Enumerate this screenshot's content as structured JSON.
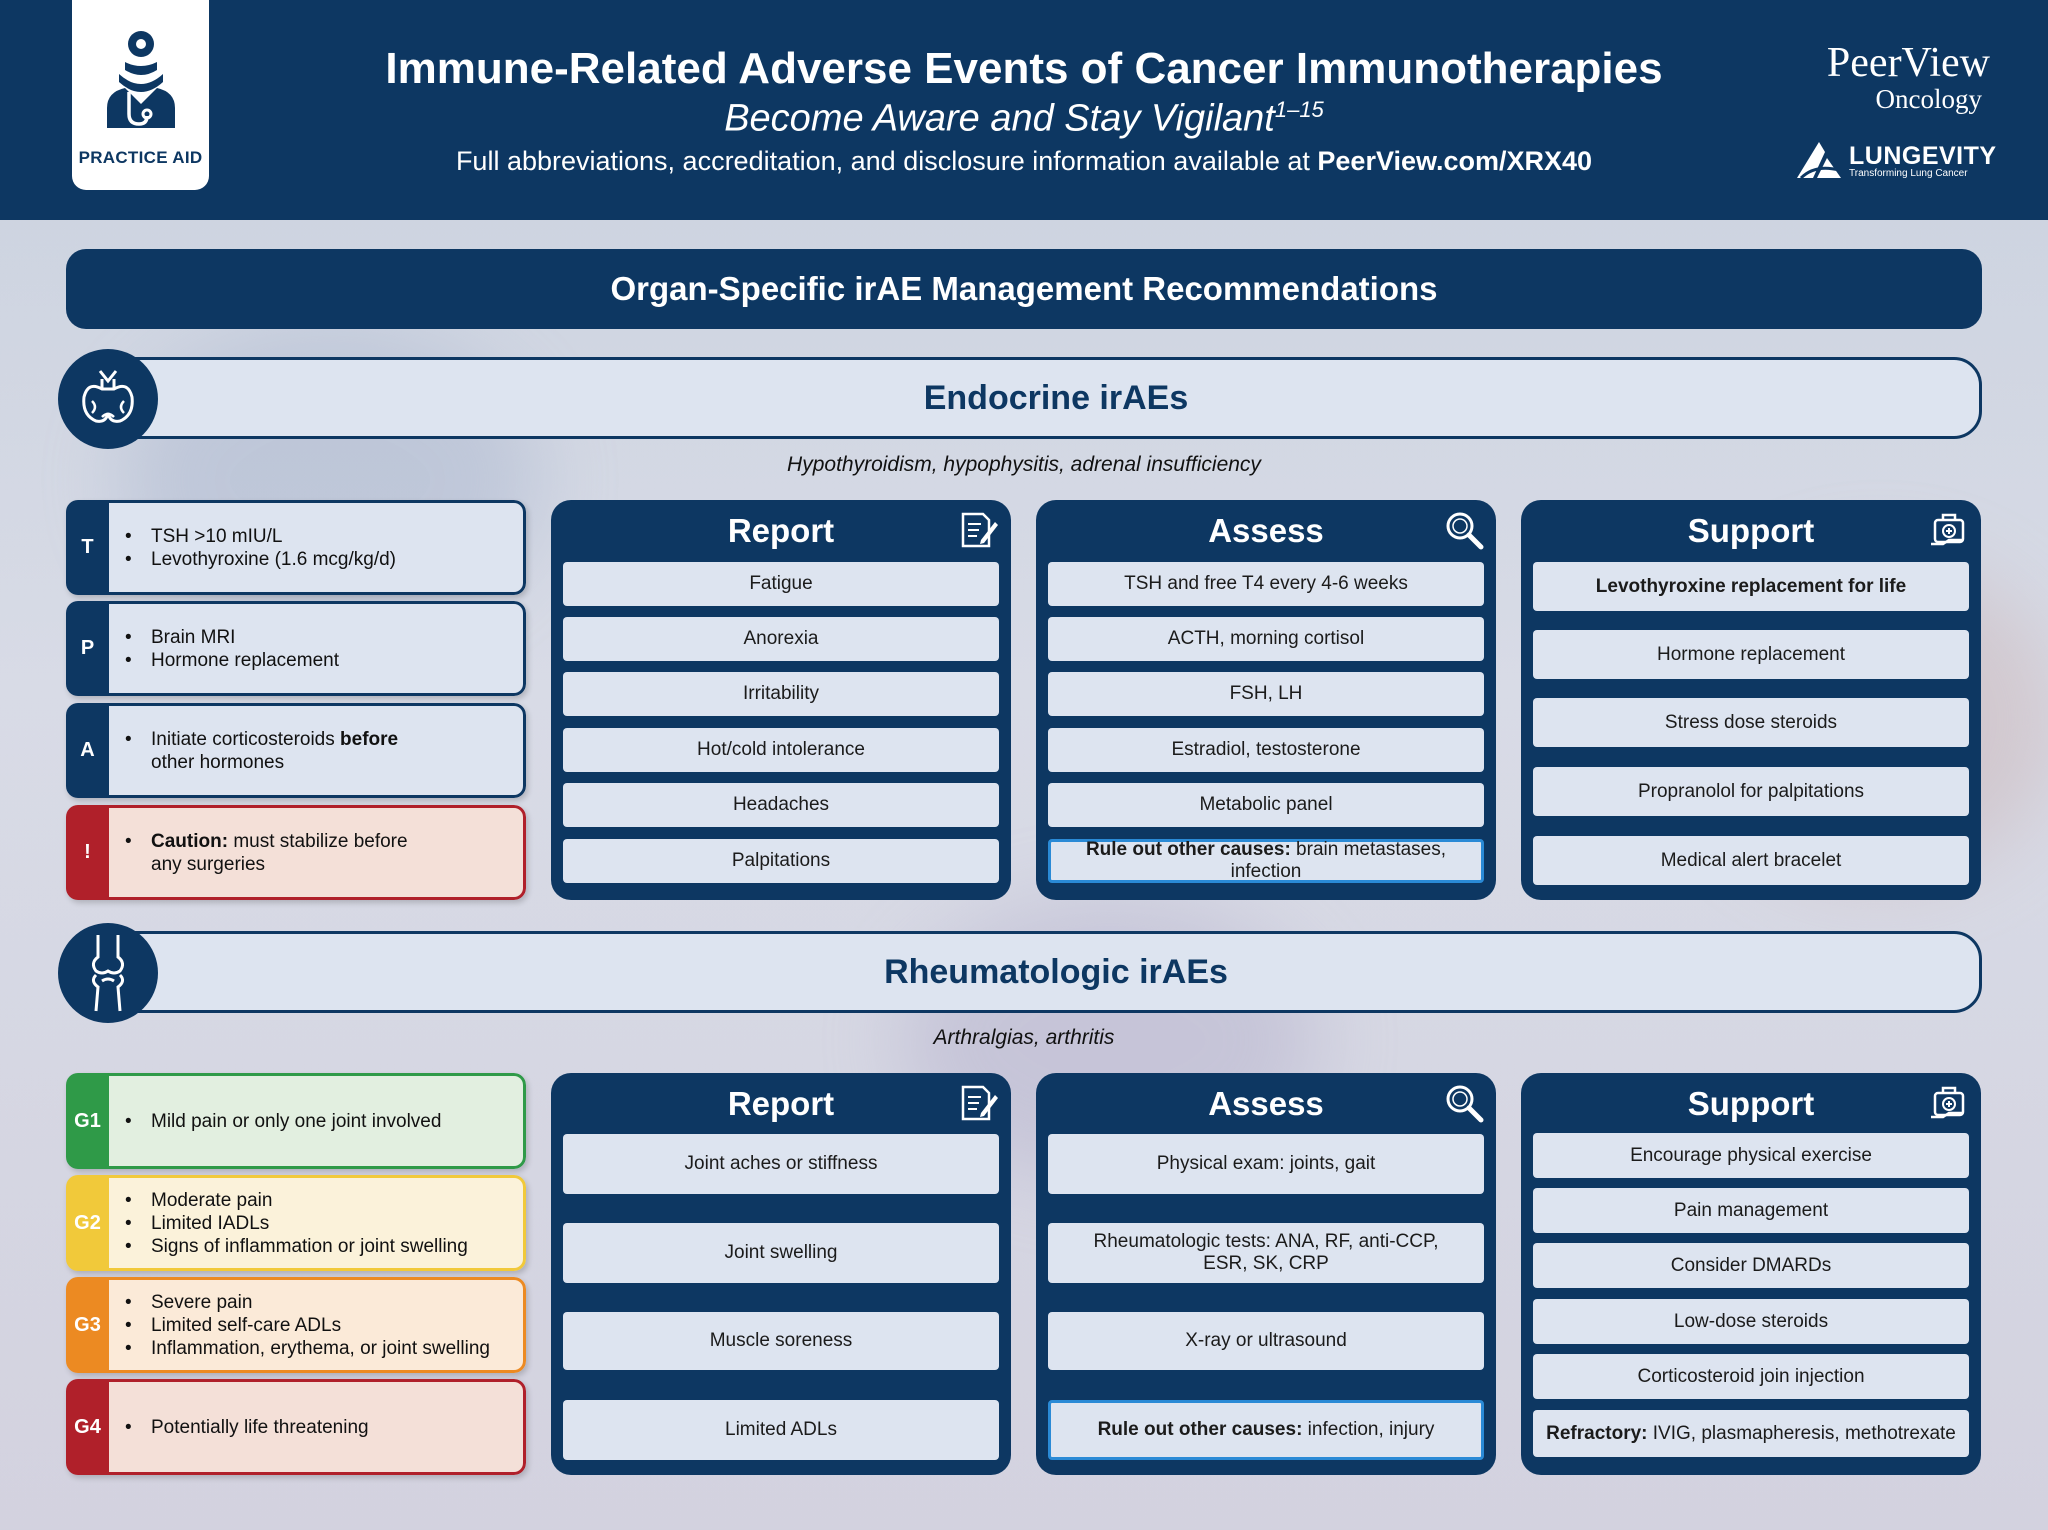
{
  "header": {
    "badge_label": "PRACTICE AID",
    "title": "Immune-Related Adverse Events of Cancer Immunotherapies",
    "subtitle": "Become Aware and Stay Vigilant",
    "subtitle_sup": "1–15",
    "info_prefix": "Full abbreviations, accreditation, and disclosure information available at ",
    "info_link": "PeerView.com/XRX40",
    "logo_name": "PeerView",
    "logo_sub": "Oncology",
    "partner_name": "LUNGEVITY",
    "partner_tagline": "Transforming Lung Cancer"
  },
  "banner": "Organ-Specific irAE Management Recommendations",
  "endocrine": {
    "title": "Endocrine irAEs",
    "icon": "thyroid-icon",
    "subtitle": "Hypothyroidism, hypophysitis, adrenal insufficiency",
    "grades": [
      {
        "tab": "T",
        "lines": [
          "TSH >10 mIU/L",
          "Levothyroxine (1.6 mcg/kg/d)"
        ]
      },
      {
        "tab": "P",
        "lines": [
          "Brain MRI",
          "Hormone replacement"
        ]
      },
      {
        "tab": "A",
        "lines": [
          "Initiate corticosteroids ",
          "before",
          "other hormones"
        ]
      },
      {
        "tab": "!",
        "lines": [
          "Caution:",
          " must stabilize before",
          "any surgeries"
        ]
      }
    ],
    "report": {
      "title": "Report",
      "items": [
        "Fatigue",
        "Anorexia",
        "Irritability",
        "Hot/cold intolerance",
        "Headaches",
        "Palpitations"
      ]
    },
    "assess": {
      "title": "Assess",
      "items": [
        "TSH and free T4 every 4-6 weeks",
        "ACTH, morning cortisol",
        "FSH, LH",
        "Estradiol, testosterone",
        "Metabolic panel"
      ],
      "last_bold": "Rule out other causes:",
      "last_rest": " brain metastases, infection"
    },
    "support": {
      "title": "Support",
      "items": [
        "Levothyroxine replacement for life",
        "Hormone replacement",
        "Stress dose steroids",
        "Propranolol for palpitations",
        "Medical alert bracelet"
      ]
    }
  },
  "rheumatologic": {
    "title": "Rheumatologic irAEs",
    "icon": "joint-icon",
    "subtitle": "Arthralgias, arthritis",
    "grades": [
      {
        "tab": "G1",
        "lines": [
          "Mild pain or only one joint involved"
        ]
      },
      {
        "tab": "G2",
        "lines": [
          "Moderate pain",
          "Limited IADLs",
          "Signs of inflammation or joint swelling"
        ]
      },
      {
        "tab": "G3",
        "lines": [
          "Severe pain",
          "Limited self-care ADLs",
          "Inflammation, erythema, or joint swelling"
        ]
      },
      {
        "tab": "G4",
        "lines": [
          "Potentially life threatening"
        ]
      }
    ],
    "report": {
      "title": "Report",
      "items": [
        "Joint aches or stiffness",
        "Joint swelling",
        "Muscle soreness",
        "Limited ADLs"
      ]
    },
    "assess": {
      "title": "Assess",
      "items": [
        "Physical exam: joints, gait",
        "Rheumatologic tests: ANA, RF, anti-CCP,",
        "ESR, SK, CRP",
        "X-ray or ultrasound"
      ],
      "last_bold": "Rule out other causes:",
      "last_rest": " infection, injury"
    },
    "support": {
      "title": "Support",
      "items": [
        "Encourage physical exercise",
        "Pain management",
        "Consider DMARDs",
        "Low-dose steroids",
        "Corticosteroid join injection"
      ],
      "last_bold": "Refractory:",
      "last_rest": " IVIG, plasmapheresis, methotrexate"
    }
  },
  "colors": {
    "navy": "#0d3762",
    "cell": "#dde4f0",
    "blue_tab": "#0d3762",
    "red": "#b0202a",
    "green": "#2f9a48",
    "yellow": "#f1c93a",
    "orange": "#ec8a22",
    "highlight": "#2a8ad6"
  }
}
